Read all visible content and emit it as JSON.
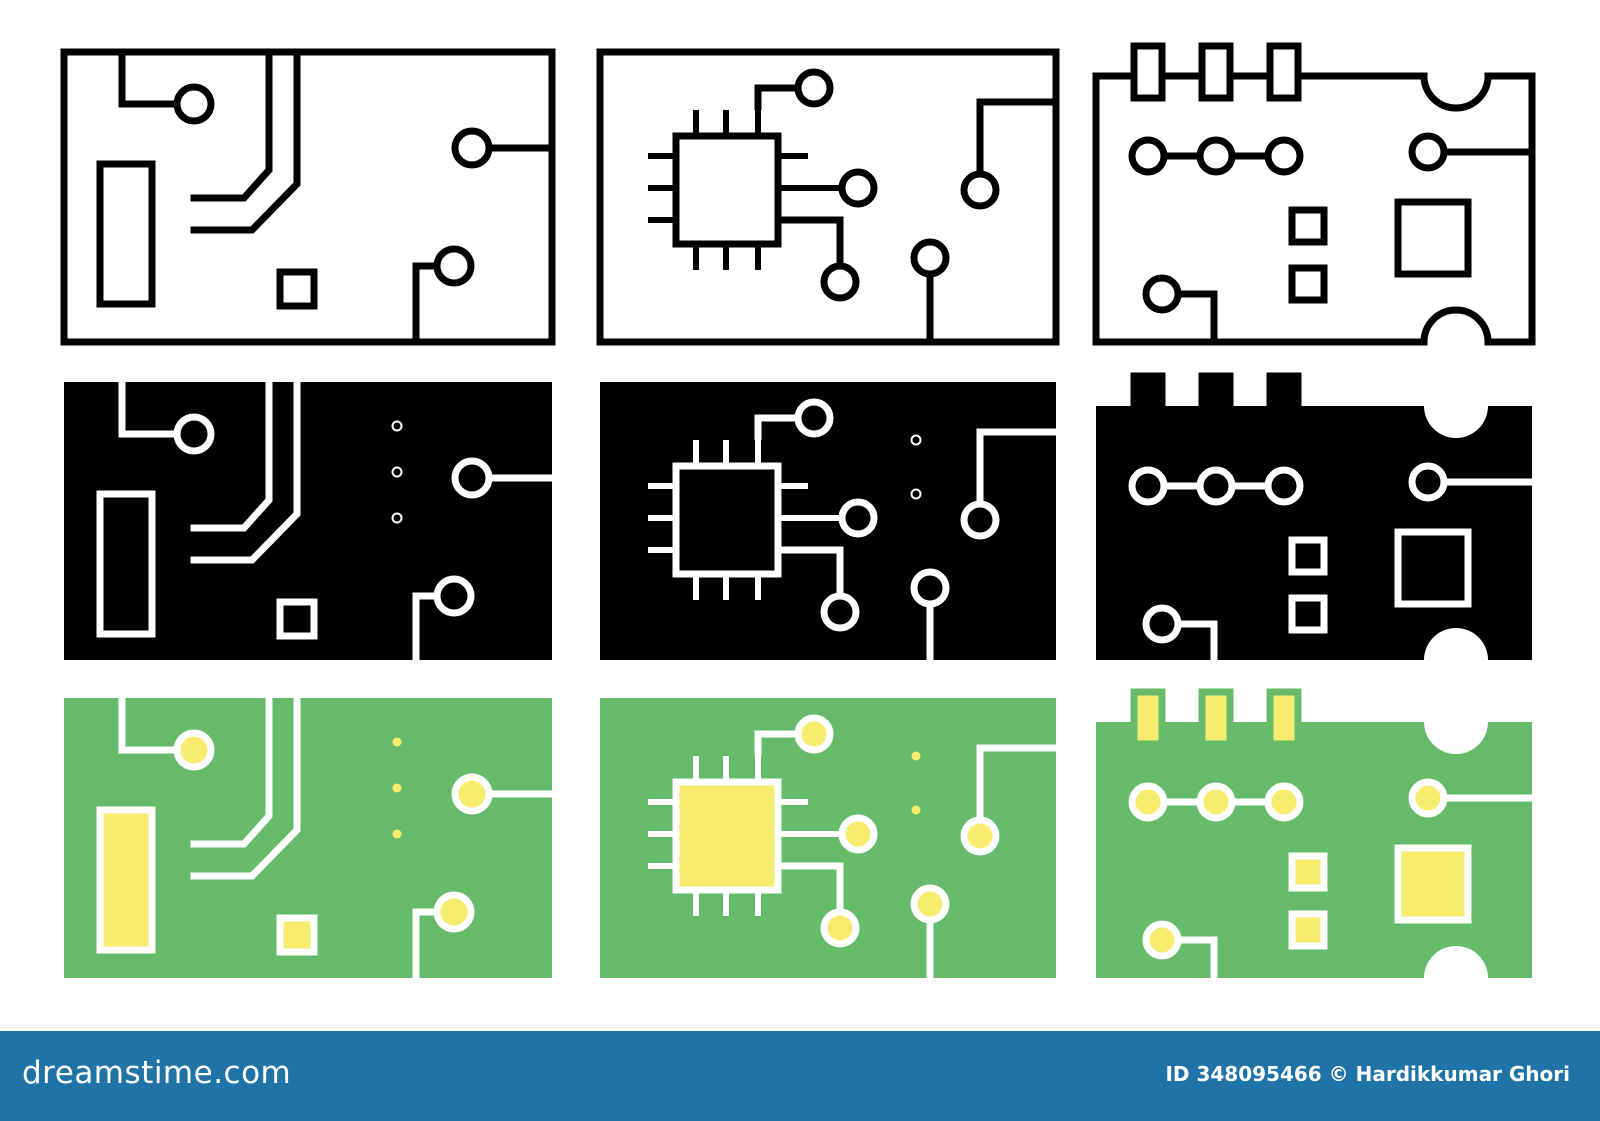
{
  "variants": [
    {
      "name": "outline",
      "board": "#ffffff",
      "line": "#000000",
      "fill": "#ffffff"
    },
    {
      "name": "glyph",
      "board": "#000000",
      "line": "#ffffff",
      "fill": "#000000"
    },
    {
      "name": "colored",
      "board": "#66bb6a",
      "line": "#ffffff",
      "fill": "#f7ec6e"
    }
  ],
  "icons": [
    "circuit-board-icon",
    "chip-circuit-board-icon",
    "connector-circuit-board-icon"
  ],
  "footer": {
    "brand": "dreamstime.com",
    "credit": "ID 348095466 © Hardikkumar Ghori",
    "background": "#1f73a6"
  }
}
